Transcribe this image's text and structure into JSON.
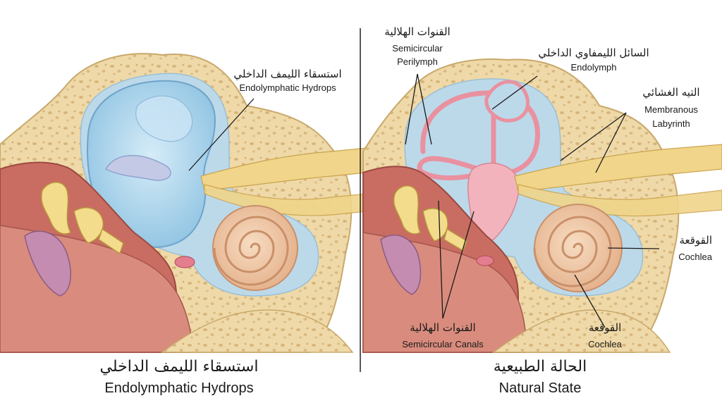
{
  "left_panel": {
    "caption_ar": "استسقاء الليمف الداخلي",
    "caption_en": "Endolymphatic Hydrops",
    "labels": {
      "hydrops_ar": "استسقاء الليمف الداخلي",
      "hydrops_en": "Endolymphatic Hydrops"
    }
  },
  "right_panel": {
    "caption_ar": "الحالة الطبيعية",
    "caption_en": "Natural State",
    "labels": {
      "semicircular_perilymph_ar": "القنوات الهلالية",
      "semicircular_perilymph_en1": "Semicircular",
      "semicircular_perilymph_en2": "Perilymph",
      "endolymph_ar": "السائل الليمفاوي الداخلي",
      "endolymph_en": "Endolymph",
      "membranous_ar": "التيه الغشائي",
      "membranous_en1": "Membranous",
      "membranous_en2": "Labyrinth",
      "cochlea_side_ar": "القوقعة",
      "cochlea_side_en": "Cochlea",
      "cochlea_bottom_ar": "القوقعة",
      "cochlea_bottom_en": "Cochlea",
      "canals_ar": "القنوات الهلالية",
      "canals_en": "Semicircular Canals"
    }
  },
  "colors": {
    "bone": "#efd9a8",
    "bone_edge": "#c9a86a",
    "perilymph": "#bcd9ea",
    "hydrops": "#a9d3ec",
    "membrane_pink": "#f2b3bd",
    "cochlea": "#f0c9a6",
    "nerve": "#f0d58a",
    "muscle": "#c96d62",
    "divider": "#222222"
  }
}
